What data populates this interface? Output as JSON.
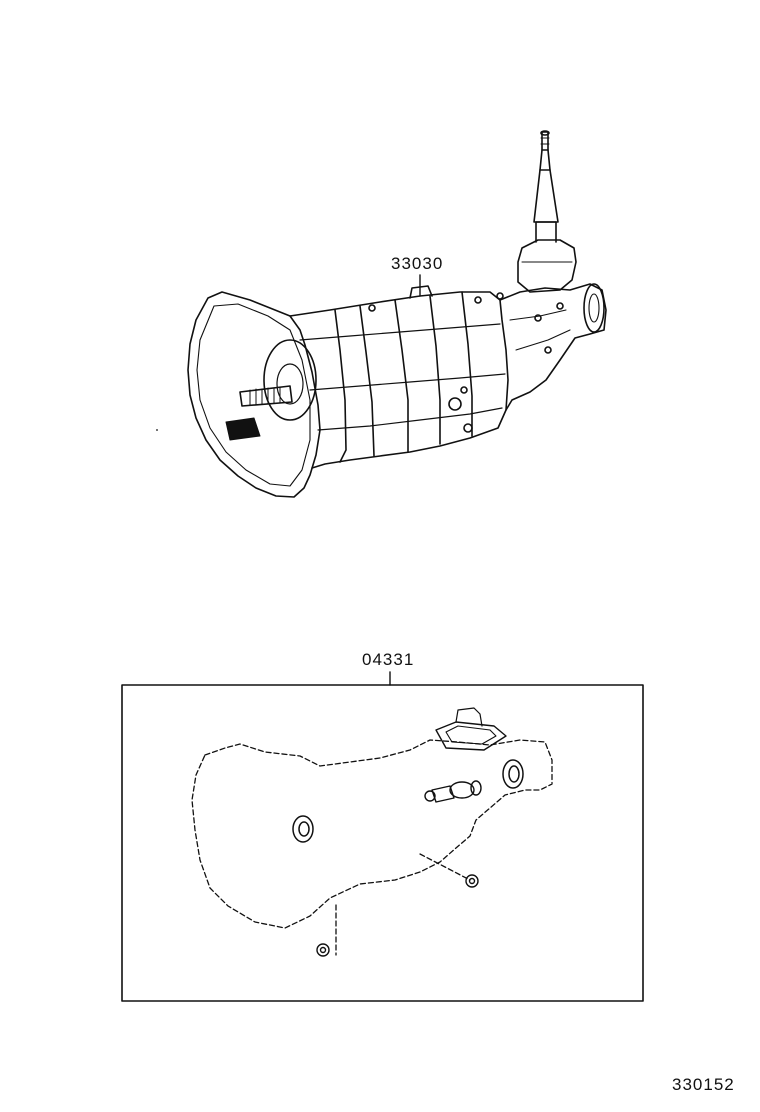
{
  "parts": {
    "transmission_assembly_number": "33030",
    "gasket_kit_number": "04331"
  },
  "figure_number": "330152",
  "colors": {
    "line": "#111111",
    "background": "#ffffff"
  }
}
